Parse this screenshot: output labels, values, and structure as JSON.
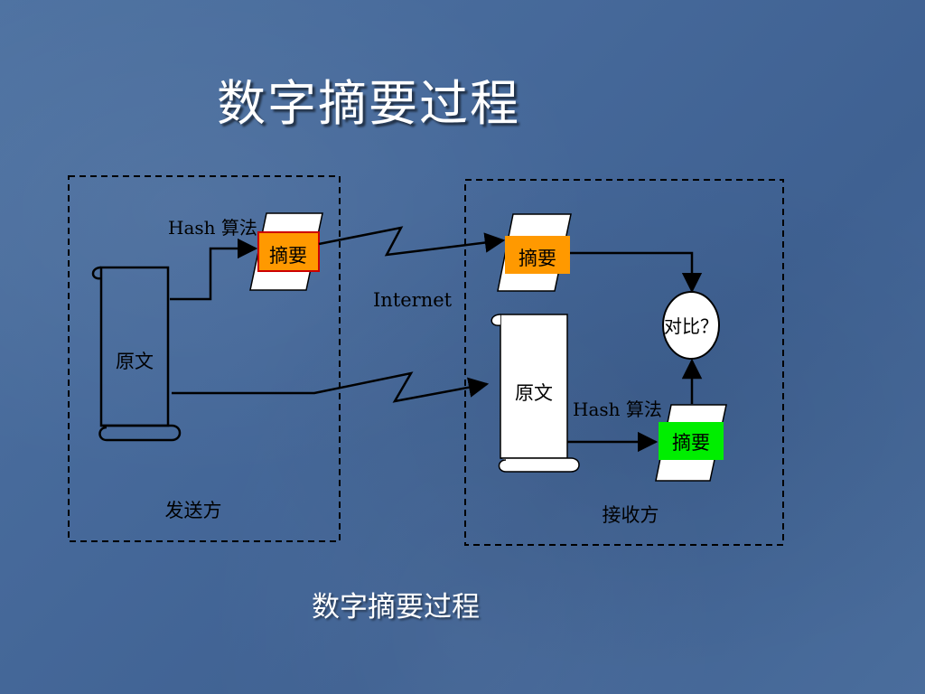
{
  "slide": {
    "title": "数字摘要过程",
    "caption": "数字摘要过程"
  },
  "diagram": {
    "sender": {
      "label": "发送方",
      "original_text": "原文",
      "hash_label": "Hash 算法",
      "digest_label": "摘要",
      "digest_color": "#FF9900"
    },
    "channel": {
      "label": "Internet"
    },
    "receiver": {
      "label": "接收方",
      "original_text": "原文",
      "hash_label": "Hash 算法",
      "received_digest_label": "摘要",
      "received_digest_color": "#FF9900",
      "computed_digest_label": "摘要",
      "computed_digest_color": "#00EE00",
      "compare_label": "对比？"
    }
  }
}
